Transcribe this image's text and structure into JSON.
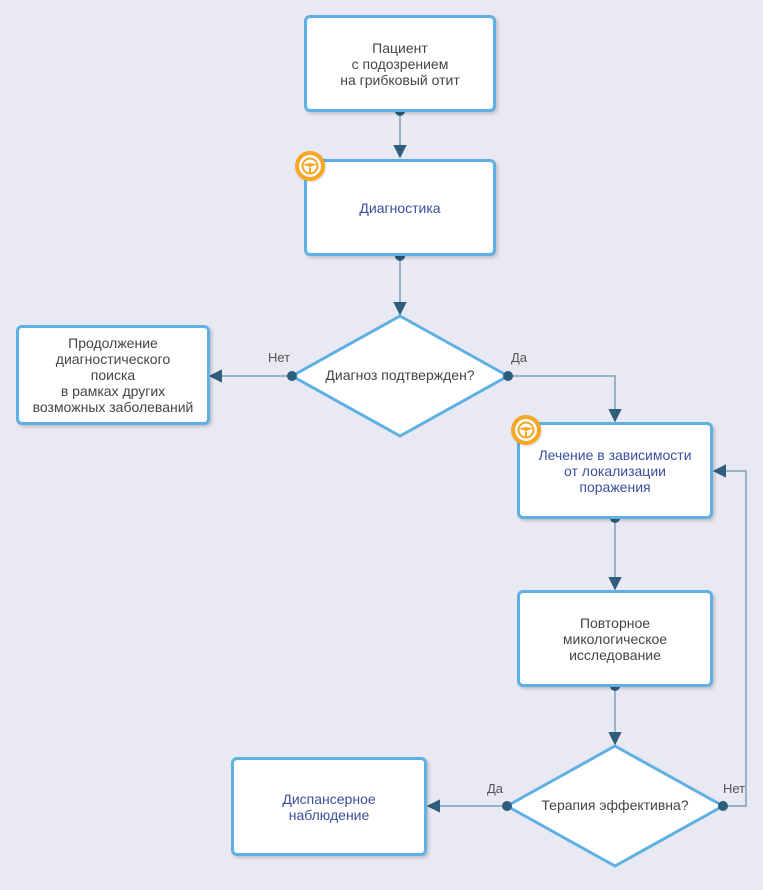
{
  "nodes": {
    "patient": "Пациент\nс подозрением\nна грибковый отит",
    "diagnostics": "Диагностика",
    "diagnosis_question": "Диагноз подтвержден?",
    "continue_search": "Продолжение\nдиагностического\nпоиска\nв рамках других\nвозможных заболеваний",
    "treatment": "Лечение в зависимости\nот локализации\nпоражения",
    "repeat_test": "Повторное\nмикологическое\nисследование",
    "therapy_question": "Терапия эффективна?",
    "followup": "Диспансерное\nнаблюдение"
  },
  "edges": {
    "diag_no": "Нет",
    "diag_yes": "Да",
    "therapy_yes": "Да",
    "therapy_no": "Нет"
  },
  "colors": {
    "box_border": "#5fb0e3",
    "arrow": "#2f5d7c",
    "badge": "#f5a623",
    "link_text": "#3a4fa0"
  },
  "icons": {
    "badge": "clinical-steering-icon"
  }
}
